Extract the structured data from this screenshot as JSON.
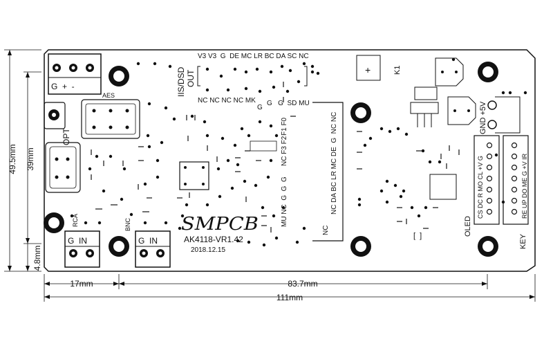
{
  "board": {
    "brand": "SMPCB",
    "model": "AK4118-VR1.42",
    "date": "2018.12.15"
  },
  "dimensions": {
    "height_outer": "49.5mm",
    "height_inner": "39mm",
    "bottom_offset": "4.8mm",
    "left_offset": "17mm",
    "hole_span": "83.7mm",
    "total_width": "111mm"
  },
  "labels": {
    "aes_terminal": "G  +  -",
    "aes": "AES",
    "opt": "OPT",
    "rca": "RCA",
    "bnc": "BNC",
    "rca_terminal": "G  IN",
    "bnc_terminal": "G  IN",
    "iis_dsd": "IIS/DSD",
    "out": "OUT",
    "top_header": "V3 V3  G  DE MC LR BC DA SC NC",
    "nc_row": "NC NC NC NC MK",
    "g_label": "G",
    "g_row": "G   G  SD MU",
    "f_row": "F1 F0",
    "f_row2": "NC F3 F2",
    "col1": "MU NC  G  G  G",
    "col2": "NC DA BC LR MC DE  G  NC NC",
    "nc_bottom": "NC",
    "k1": "K1",
    "plus_box": "+",
    "power": "GND +5V",
    "oled_pins": "CS DC R MO CL +V G",
    "key_pins": "RE UP DO ME G +V IR",
    "oled": "OLED",
    "key": "KEY",
    "bracket": "[  ]"
  }
}
